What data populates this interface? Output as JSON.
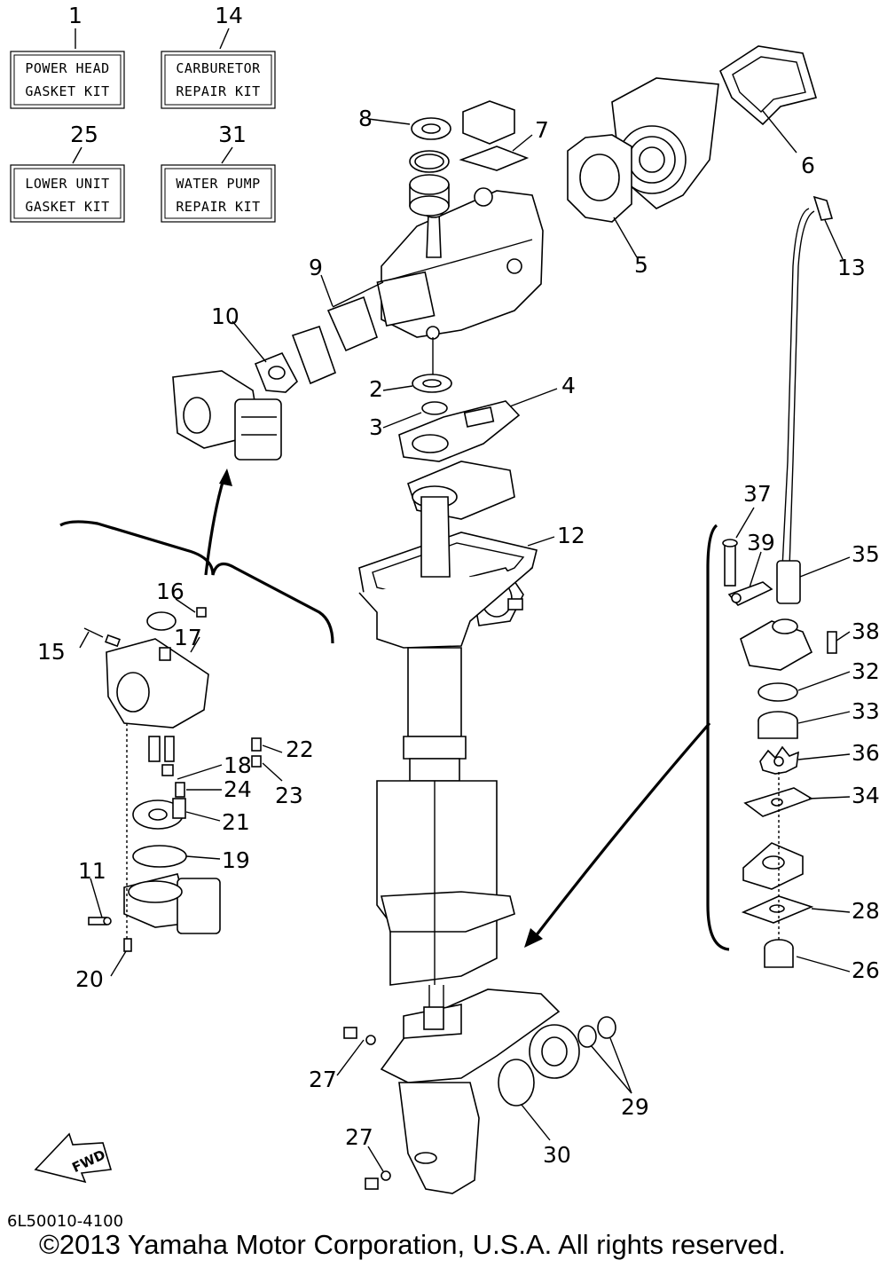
{
  "kits": [
    {
      "num": "1",
      "line1": "POWER HEAD",
      "line2": "GASKET KIT"
    },
    {
      "num": "14",
      "line1": "CARBURETOR",
      "line2": "REPAIR KIT"
    },
    {
      "num": "25",
      "line1": "LOWER UNIT",
      "line2": "GASKET KIT"
    },
    {
      "num": "31",
      "line1": "WATER PUMP",
      "line2": "REPAIR KIT"
    }
  ],
  "callouts": {
    "p2": "2",
    "p3": "3",
    "p4": "4",
    "p5": "5",
    "p6": "6",
    "p7": "7",
    "p8": "8",
    "p9": "9",
    "p10": "10",
    "p11": "11",
    "p12": "12",
    "p13": "13",
    "p15": "15",
    "p16": "16",
    "p17": "17",
    "p18": "18",
    "p19": "19",
    "p20": "20",
    "p21": "21",
    "p22": "22",
    "p23": "23",
    "p24": "24",
    "p26": "26",
    "p27a": "27",
    "p27b": "27",
    "p28": "28",
    "p29": "29",
    "p30": "30",
    "p32": "32",
    "p33": "33",
    "p34": "34",
    "p35": "35",
    "p36": "36",
    "p37": "37",
    "p38": "38",
    "p39": "39"
  },
  "fwd_label": "FWD",
  "doc_code": "6L50010-4100",
  "copyright": "©2013 Yamaha Motor Corporation, U.S.A. All rights reserved.",
  "icons": {
    "fwd": "fwd-arrow-icon"
  }
}
